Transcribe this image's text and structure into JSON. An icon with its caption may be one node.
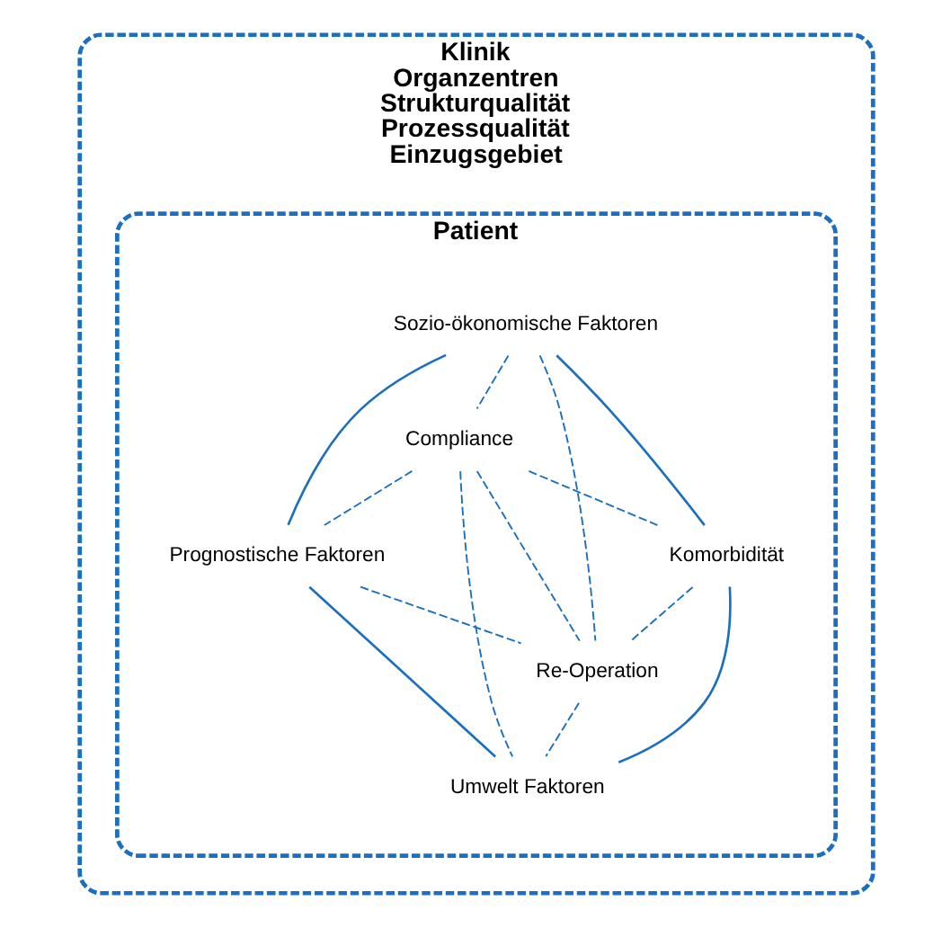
{
  "diagram": {
    "nodes": [
      {
        "text": [
          "Klinik",
          "Organzentren",
          "Strukturqualität",
          "Prozessqualität",
          "Einzugsgebiet"
        ]
      },
      {
        "text": [
          "Patient"
        ],
        "in": 0
      },
      {
        "text": [
          "Sozio-ökonomische Faktoren"
        ],
        "in": 1
      },
      {
        "text": [
          "Compliance"
        ],
        "in": 1
      },
      {
        "text": [
          "Prognostische Faktoren"
        ],
        "in": 1
      },
      {
        "text": [
          "Komorbidität"
        ],
        "in": 1
      },
      {
        "text": [
          "Re-Operation"
        ],
        "in": 1
      },
      {
        "text": [
          "Umwelt Faktoren"
        ],
        "in": 1
      }
    ],
    "edges": [
      {
        "from": 2,
        "to": 4,
        "arrow": "none"
      },
      {
        "from": 2,
        "to": 5,
        "arrow": "none"
      },
      {
        "from": 4,
        "to": 7,
        "arrow": "none"
      },
      {
        "from": 5,
        "to": 7,
        "arrow": "none"
      },
      {
        "from": 2,
        "to": 3,
        "arrow": "none",
        "style": "dashed"
      },
      {
        "from": 2,
        "to": 6,
        "arrow": "none",
        "style": "dashed"
      },
      {
        "from": 3,
        "to": 4,
        "arrow": "none",
        "style": "dashed"
      },
      {
        "from": 3,
        "to": 5,
        "arrow": "none",
        "style": "dashed"
      },
      {
        "from": 3,
        "to": 6,
        "arrow": "none",
        "style": "dashed"
      },
      {
        "from": 3,
        "to": 7,
        "arrow": "none",
        "style": "dashed"
      },
      {
        "from": 4,
        "to": 6,
        "arrow": "none",
        "style": "dashed"
      },
      {
        "from": 5,
        "to": 6,
        "arrow": "none",
        "style": "dashed"
      },
      {
        "from": 6,
        "to": 7,
        "arrow": "none",
        "style": "dashed"
      }
    ]
  }
}
